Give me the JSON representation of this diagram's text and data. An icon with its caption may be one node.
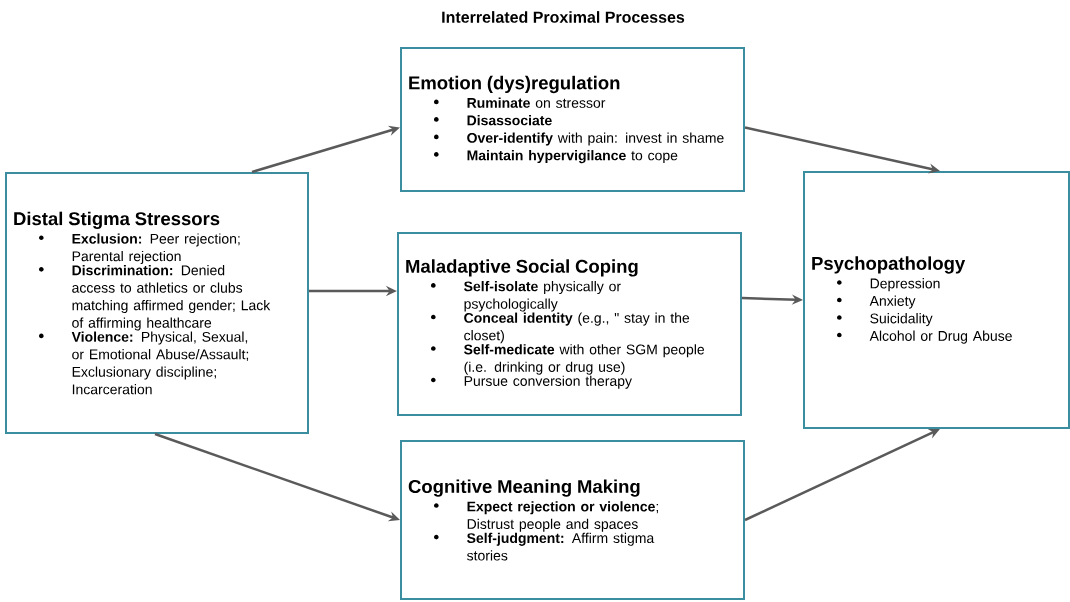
{
  "diagram": {
    "title": "Interrelated Proximal Processes",
    "nodes": [
      {
        "text": [
          "Distal Stigma Stressors",
          "**Exclusion:** Peer rejection; Parental rejection",
          "**Discrimination:** Denied access to athletics or clubs matching affirmed gender; Lack of affirming healthcare",
          "**Violence:** Physical, Sexual, or Emotional Abuse/Assault; Exclusionary discipline; Incarceration"
        ]
      },
      {
        "text": [
          "Emotion (dys)regulation",
          "**Ruminate** on stressor",
          "**Disassociate**",
          "**Over-identify** with pain: invest in shame",
          "**Maintain hypervigilance** to cope"
        ]
      },
      {
        "text": [
          "Maladaptive Social Coping",
          "**Self-isolate** physically or psychologically",
          "**Conceal identity** (e.g., \" stay in the closet)",
          "**Self-medicate** with other SGM people (i.e. drinking or drug use)",
          "Pursue conversion therapy"
        ]
      },
      {
        "text": [
          "Cognitive Meaning Making",
          "**Expect rejection or violence**; Distrust people and spaces",
          "**Self-judgment:** Affirm stigma stories"
        ]
      },
      {
        "text": [
          "Psychopathology",
          "Depression",
          "Anxiety",
          "Suicidality",
          "Alcohol or Drug Abuse"
        ]
      }
    ],
    "edges": [
      {
        "from": 0,
        "to": 1,
        "arrow": "to"
      },
      {
        "from": 0,
        "to": 2,
        "arrow": "to"
      },
      {
        "from": 0,
        "to": 3,
        "arrow": "to"
      },
      {
        "from": 1,
        "to": 4,
        "arrow": "to"
      },
      {
        "from": 2,
        "to": 4,
        "arrow": "to"
      },
      {
        "from": 3,
        "to": 4,
        "arrow": "to"
      }
    ]
  }
}
